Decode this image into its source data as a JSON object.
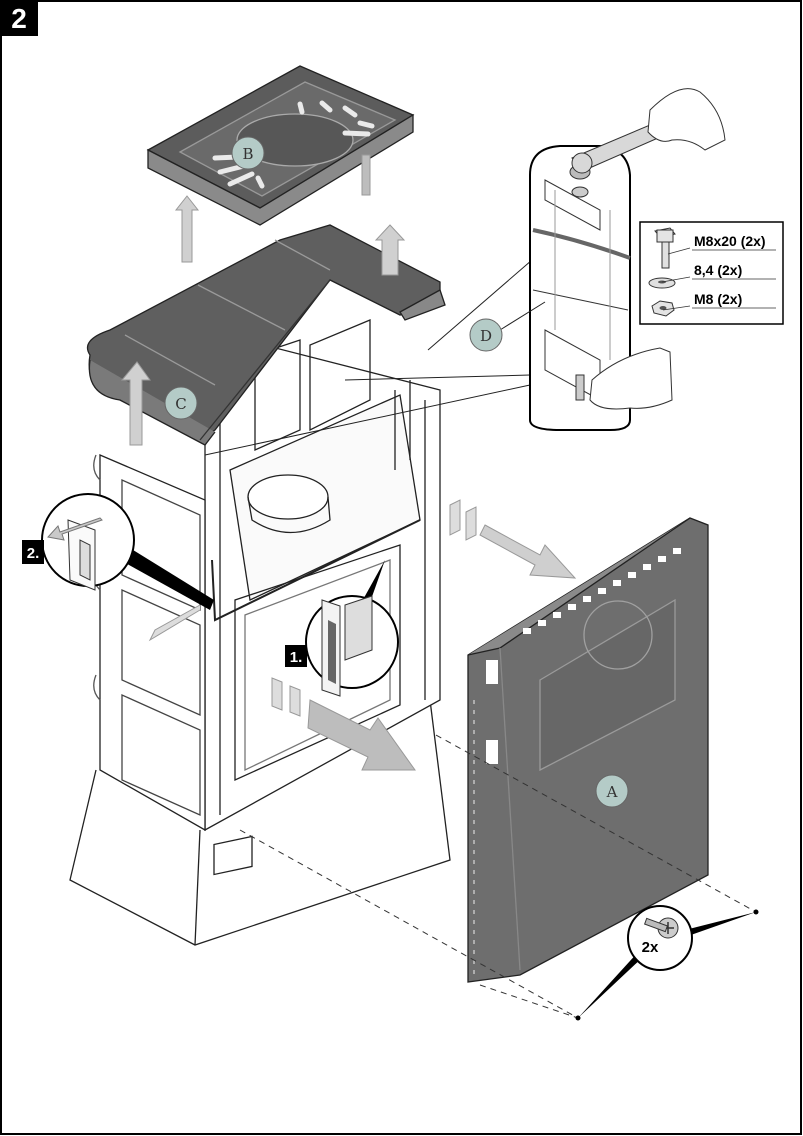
{
  "step": {
    "number": "2"
  },
  "callouts": {
    "a": "A",
    "b": "B",
    "c": "C",
    "d": "D"
  },
  "sub_steps": {
    "first": "1.",
    "second": "2."
  },
  "hardware": {
    "bolt": "M8x20 (2x)",
    "washer": "8,4 (2x)",
    "nut": "M8 (2x)"
  },
  "screw_count": "2x",
  "colors": {
    "panel_dark": "#6e6e6e",
    "stone_dark": "#5f5f5f",
    "callout_fill": "#b4cbc7",
    "arrow_grey": "#c9c9c9",
    "line": "#1a1a1a"
  }
}
